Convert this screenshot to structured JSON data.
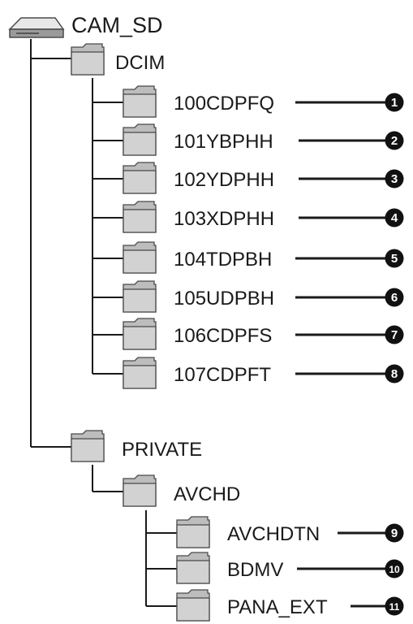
{
  "root": {
    "label": "CAM_SD",
    "icon": "sd-card-icon"
  },
  "folders": {
    "dcim": {
      "label": "DCIM",
      "icon": "folder-icon"
    },
    "dcim_children": [
      {
        "label": "100CDPFQ",
        "callout": "1"
      },
      {
        "label": "101YBPHH",
        "callout": "2"
      },
      {
        "label": "102YDPHH",
        "callout": "3"
      },
      {
        "label": "103XDPHH",
        "callout": "4"
      },
      {
        "label": "104TDPBH",
        "callout": "5"
      },
      {
        "label": "105UDPBH",
        "callout": "6"
      },
      {
        "label": "106CDPFS",
        "callout": "7"
      },
      {
        "label": "107CDPFT",
        "callout": "8"
      }
    ],
    "private": {
      "label": "PRIVATE",
      "icon": "folder-icon"
    },
    "avchd": {
      "label": "AVCHD",
      "icon": "folder-icon"
    },
    "avchd_children": [
      {
        "label": "AVCHDTN",
        "callout": "9"
      },
      {
        "label": "BDMV",
        "callout": "10"
      },
      {
        "label": "PANA_EXT",
        "callout": "11"
      }
    ]
  },
  "colors": {
    "line": "#1a1a1a",
    "folder_fill": "#d2d2d2",
    "folder_tab": "#bdbdbd",
    "folder_stroke": "#4a4a4a",
    "badge": "#111111"
  }
}
